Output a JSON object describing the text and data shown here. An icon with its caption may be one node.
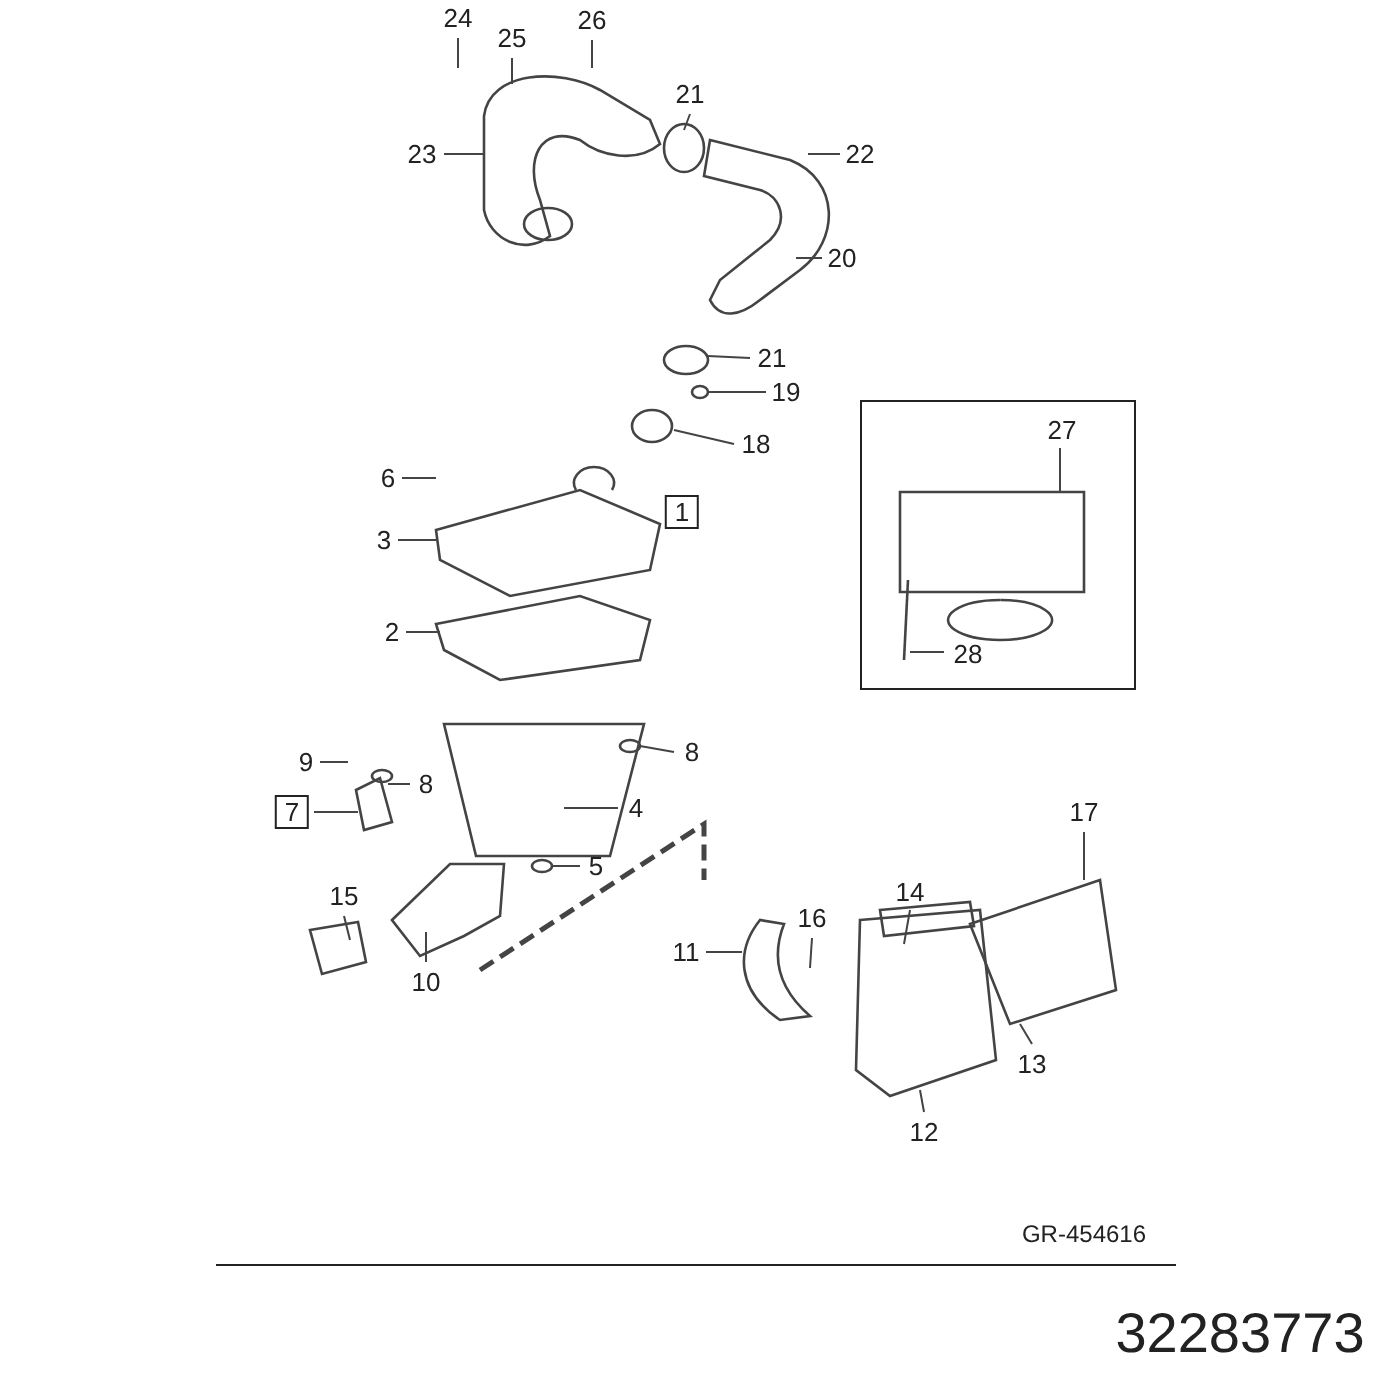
{
  "diagram": {
    "nodes": [
      {
        "text": [
          "24"
        ]
      },
      {
        "text": [
          "25"
        ]
      },
      {
        "text": [
          "26"
        ]
      },
      {
        "text": [
          "21"
        ]
      },
      {
        "text": [
          "23"
        ]
      },
      {
        "text": [
          "22"
        ]
      },
      {
        "text": [
          "20"
        ]
      },
      {
        "text": [
          "21"
        ]
      },
      {
        "text": [
          "19"
        ]
      },
      {
        "text": [
          "18"
        ]
      },
      {
        "text": [],
        "shape": "box"
      },
      {
        "text": [
          "27"
        ],
        "in": 10
      },
      {
        "text": [
          "6"
        ]
      },
      {
        "text": [
          "1"
        ]
      },
      {
        "text": [
          "3"
        ]
      },
      {
        "text": [
          "28"
        ],
        "in": 10
      },
      {
        "text": [
          "2"
        ]
      },
      {
        "text": [
          "9"
        ]
      },
      {
        "text": [
          "8"
        ]
      },
      {
        "text": [
          "8"
        ]
      },
      {
        "text": [
          "7"
        ]
      },
      {
        "text": [
          "4"
        ]
      },
      {
        "text": [
          "5"
        ]
      },
      {
        "text": [
          "17"
        ]
      },
      {
        "text": [
          "15"
        ]
      },
      {
        "text": [
          "14"
        ]
      },
      {
        "text": [
          "16"
        ]
      },
      {
        "text": [
          "11"
        ]
      },
      {
        "text": [
          "10"
        ]
      },
      {
        "text": [
          "13"
        ]
      },
      {
        "text": [
          "12"
        ]
      }
    ],
    "edges": [
      {
        "from": 0,
        "to": null,
        "arrow": "none"
      },
      {
        "from": 1,
        "to": null,
        "arrow": "none"
      },
      {
        "from": 2,
        "to": null,
        "arrow": "none"
      },
      {
        "from": 3,
        "to": null,
        "arrow": "none"
      },
      {
        "from": 4,
        "to": null,
        "arrow": "none"
      },
      {
        "from": 5,
        "to": null,
        "arrow": "none"
      },
      {
        "from": 6,
        "to": null,
        "arrow": "none"
      },
      {
        "from": 7,
        "to": null,
        "arrow": "none"
      },
      {
        "from": 8,
        "to": null,
        "arrow": "none"
      },
      {
        "from": 9,
        "to": null,
        "arrow": "none"
      },
      {
        "from": 11,
        "to": null,
        "arrow": "none"
      },
      {
        "from": 12,
        "to": null,
        "arrow": "none"
      },
      {
        "from": 14,
        "to": null,
        "arrow": "none"
      },
      {
        "from": 15,
        "to": null,
        "arrow": "none"
      },
      {
        "from": 16,
        "to": null,
        "arrow": "none"
      },
      {
        "from": 17,
        "to": null,
        "arrow": "none"
      },
      {
        "from": 18,
        "to": null,
        "arrow": "none"
      },
      {
        "from": 19,
        "to": null,
        "arrow": "none"
      },
      {
        "from": 20,
        "to": null,
        "arrow": "none"
      },
      {
        "from": 21,
        "to": null,
        "arrow": "none"
      },
      {
        "from": 22,
        "to": null,
        "arrow": "none"
      },
      {
        "from": 23,
        "to": null,
        "arrow": "none"
      },
      {
        "from": 24,
        "to": null,
        "arrow": "none"
      },
      {
        "from": 25,
        "to": null,
        "arrow": "none"
      },
      {
        "from": 26,
        "to": null,
        "arrow": "none"
      },
      {
        "from": 27,
        "to": null,
        "arrow": "none"
      },
      {
        "from": 28,
        "to": null,
        "arrow": "none"
      },
      {
        "from": 29,
        "to": null,
        "arrow": "none"
      },
      {
        "from": 30,
        "to": null,
        "arrow": "none"
      }
    ],
    "labels": [
      "GR-454616",
      "32283773"
    ]
  }
}
